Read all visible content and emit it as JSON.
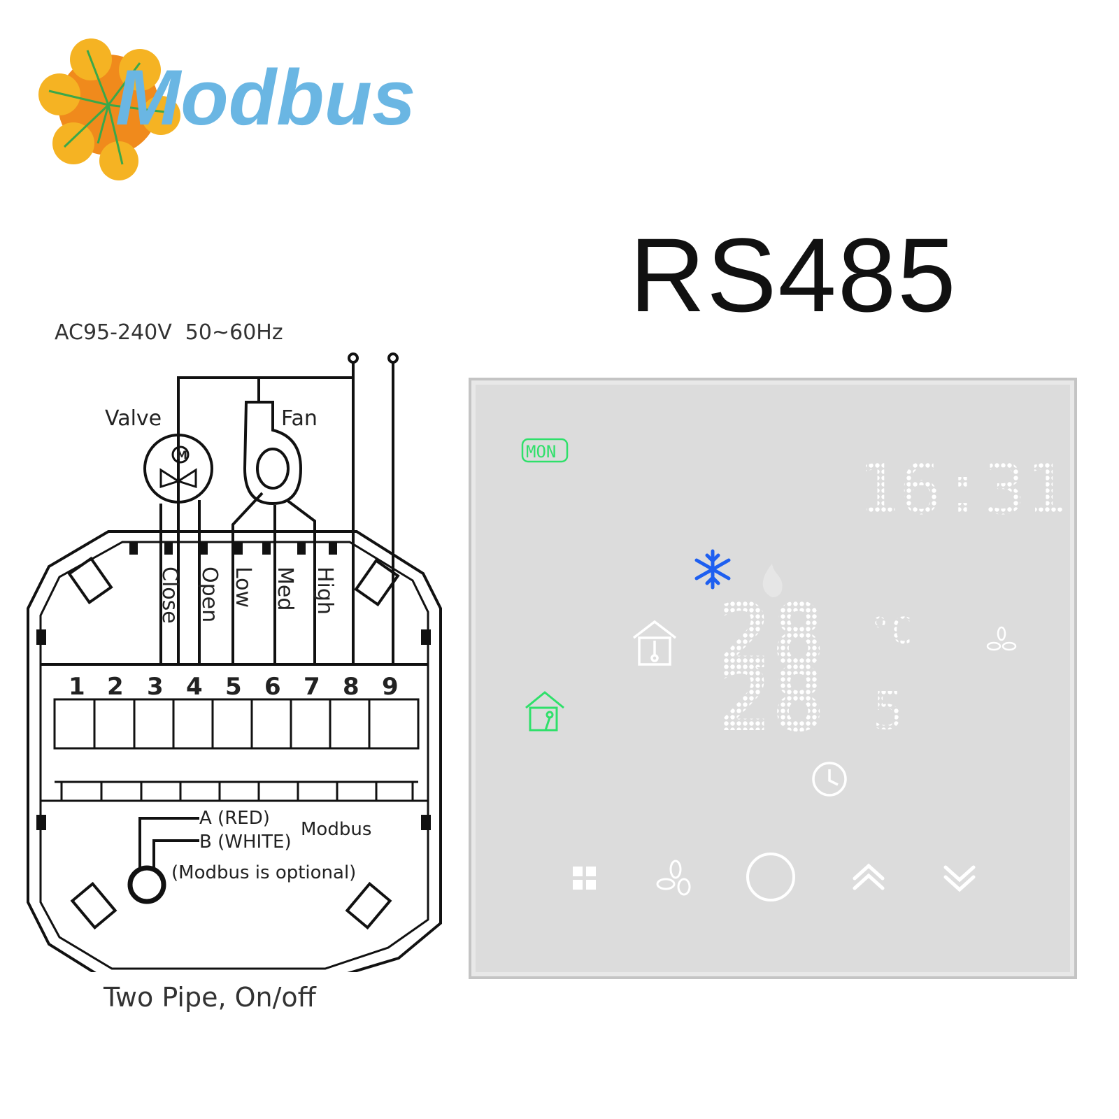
{
  "logo": {
    "text": "Modbus",
    "colors": {
      "orange": "#f5a623",
      "deep_orange": "#f08a1c",
      "arrow": "#3aa84a",
      "text": "#6ab6e3"
    }
  },
  "heading": "RS485",
  "diagram": {
    "supply_label": "AC95-240V  50~60Hz",
    "valve_label": "Valve",
    "fan_label": "Fan",
    "motor_mark": "M",
    "terminal_labels": [
      "Close",
      "Open",
      "Low",
      "Med",
      "High"
    ],
    "terminal_numbers": [
      "1",
      "2",
      "3",
      "4",
      "5",
      "6",
      "7",
      "8",
      "9"
    ],
    "modbus_a": "A (RED)",
    "modbus_b": "B (WHITE)",
    "modbus_label": "Modbus",
    "modbus_note": "(Modbus is optional)",
    "caption": "Two Pipe, On/off"
  },
  "thermostat": {
    "day": "MON",
    "clock": "16:31",
    "set_temperature": "28",
    "temperature_unit": "°C",
    "room_temperature": "28",
    "room_temperature_decimal": "5",
    "mode": "cooling",
    "icons": [
      "snowflake-icon",
      "flame-icon",
      "home-thermometer-icon",
      "fan-speed-icon",
      "away-home-icon",
      "clock-icon",
      "menu-grid-icon",
      "fan-icon",
      "power-icon",
      "up-icon",
      "down-icon"
    ],
    "colors": {
      "panel": "#dcdcdc",
      "led": "#ffffff",
      "snowflake": "#1e5ff0",
      "day": "#2fe06a",
      "away": "#2fe06a"
    }
  }
}
